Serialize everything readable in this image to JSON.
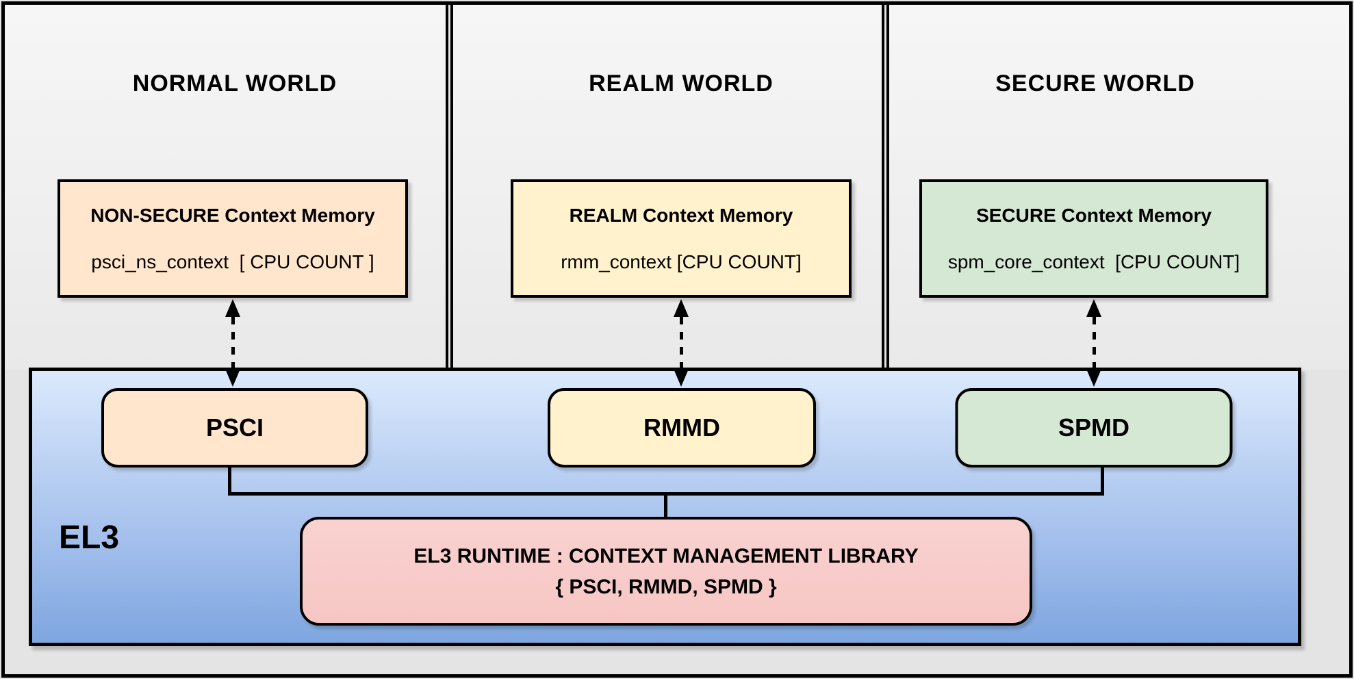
{
  "worlds": [
    {
      "title": "NORMAL WORLD",
      "memory": {
        "title": "NON-SECURE Context Memory",
        "body": "psci_ns_context  [ CPU COUNT ]"
      },
      "module_label": "PSCI",
      "accent_color": "#ffe6cc"
    },
    {
      "title": "REALM WORLD",
      "memory": {
        "title": "REALM Context Memory",
        "body": "rmm_context [CPU COUNT]"
      },
      "module_label": "RMMD",
      "accent_color": "#fff2cc"
    },
    {
      "title": "SECURE WORLD",
      "memory": {
        "title": "SECURE Context Memory",
        "body": "spm_core_context  [CPU COUNT]"
      },
      "module_label": "SPMD",
      "accent_color": "#d5e8d4"
    }
  ],
  "el3": {
    "label": "EL3",
    "runtime_line1": "EL3 RUNTIME : CONTEXT MANAGEMENT LIBRARY",
    "runtime_line2": "{ PSCI, RMMD, SPMD }",
    "runtime_color": "#f8cecc",
    "band_gradient_top": "#dae8fc",
    "band_gradient_bottom": "#7ea6e0"
  },
  "colors": {
    "border": "#000000",
    "world_panel_background": "#f2f2f2",
    "page_margin_background": "#e4e4e4"
  }
}
